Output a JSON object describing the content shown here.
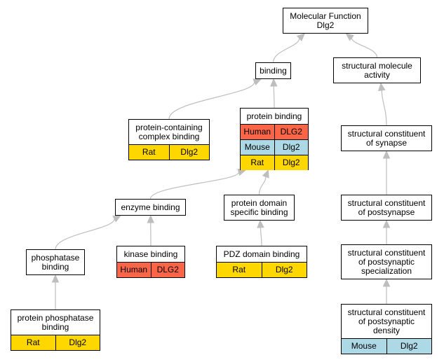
{
  "colors": {
    "human": "#FA6548",
    "mouse": "#ADD8E6",
    "rat": "#FFD700",
    "edge": "#BEBEBE"
  },
  "nodes": {
    "root": {
      "label": "Molecular Function\nDlg2",
      "annotations": []
    },
    "binding": {
      "label": "binding",
      "annotations": []
    },
    "sma": {
      "label": "structural molecule\nactivity",
      "annotations": []
    },
    "pccb": {
      "label": "protein-containing\ncomplex binding",
      "annotations": [
        {
          "species": "Rat",
          "gene": "Dlg2"
        }
      ]
    },
    "pb": {
      "label": "protein binding",
      "annotations": [
        {
          "species": "Human",
          "gene": "DLG2"
        },
        {
          "species": "Mouse",
          "gene": "Dlg2"
        },
        {
          "species": "Rat",
          "gene": "Dlg2"
        }
      ]
    },
    "scs": {
      "label": "structural constituent\nof synapse",
      "annotations": []
    },
    "eb": {
      "label": "enzyme binding",
      "annotations": []
    },
    "pdsb": {
      "label": "protein domain\nspecific binding",
      "annotations": []
    },
    "scp": {
      "label": "structural constituent\nof postsynapse",
      "annotations": []
    },
    "phb": {
      "label": "phosphatase\nbinding",
      "annotations": []
    },
    "kb": {
      "label": "kinase binding",
      "annotations": [
        {
          "species": "Human",
          "gene": "DLG2"
        }
      ]
    },
    "pdzb": {
      "label": "PDZ domain binding",
      "annotations": [
        {
          "species": "Rat",
          "gene": "Dlg2"
        }
      ]
    },
    "scps": {
      "label": "structural constituent\nof postsynaptic\nspecialization",
      "annotations": []
    },
    "ppb": {
      "label": "protein phosphatase\nbinding",
      "annotations": [
        {
          "species": "Rat",
          "gene": "Dlg2"
        }
      ]
    },
    "scpd": {
      "label": "structural constituent\nof postsynaptic\ndensity",
      "annotations": [
        {
          "species": "Mouse",
          "gene": "Dlg2"
        }
      ]
    }
  },
  "edges": [
    {
      "from": "binding",
      "to": "root"
    },
    {
      "from": "sma",
      "to": "root"
    },
    {
      "from": "pccb",
      "to": "binding"
    },
    {
      "from": "pb",
      "to": "binding"
    },
    {
      "from": "scs",
      "to": "sma"
    },
    {
      "from": "eb",
      "to": "pb"
    },
    {
      "from": "pdsb",
      "to": "pb"
    },
    {
      "from": "scp",
      "to": "scs"
    },
    {
      "from": "phb",
      "to": "eb"
    },
    {
      "from": "kb",
      "to": "eb"
    },
    {
      "from": "pdzb",
      "to": "pdsb"
    },
    {
      "from": "scps",
      "to": "scp"
    },
    {
      "from": "ppb",
      "to": "phb"
    },
    {
      "from": "scpd",
      "to": "scps"
    }
  ]
}
